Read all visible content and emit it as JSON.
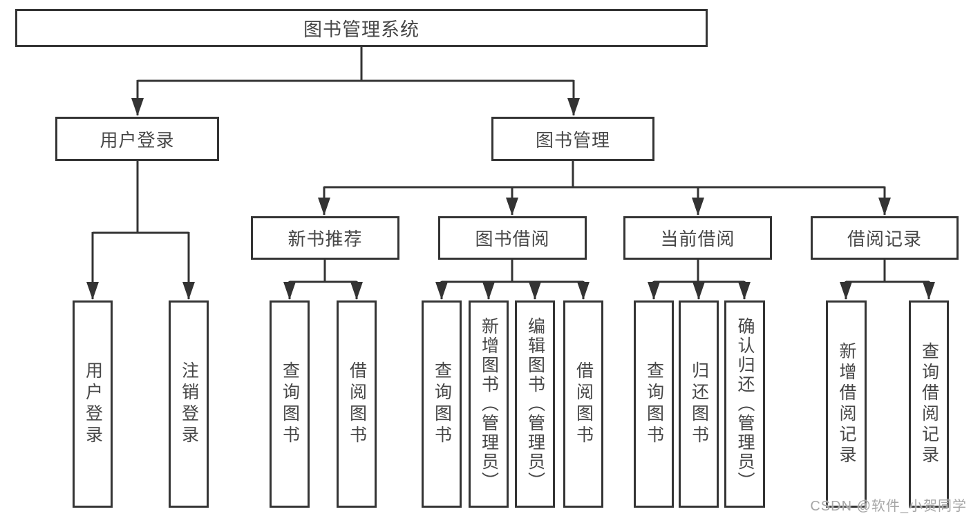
{
  "diagram": {
    "title": "图书管理系统",
    "level1": {
      "user_login": "用户登录",
      "book_mgmt": "图书管理"
    },
    "level2": {
      "new_books": "新书推荐",
      "book_borrow": "图书借阅",
      "current_borrow": "当前借阅",
      "borrow_records": "借阅记录"
    },
    "leaves": {
      "login": [
        "用户登录",
        "注销登录"
      ],
      "new_books": [
        "查询图书",
        "借阅图书"
      ],
      "book_borrow": [
        "查询图书",
        "新增图书（管理员）",
        "编辑图书（管理员）",
        "借阅图书"
      ],
      "current_borrow": [
        "查询图书",
        "归还图书",
        "确认归还（管理员）"
      ],
      "borrow_records": [
        "新增借阅记录",
        "查询借阅记录"
      ]
    },
    "colors": {
      "line": "#333333",
      "border": "#343434",
      "text": "#474747",
      "watermark": "#a6a6a6"
    },
    "watermark": "CSDN @软件_小贺同学"
  }
}
